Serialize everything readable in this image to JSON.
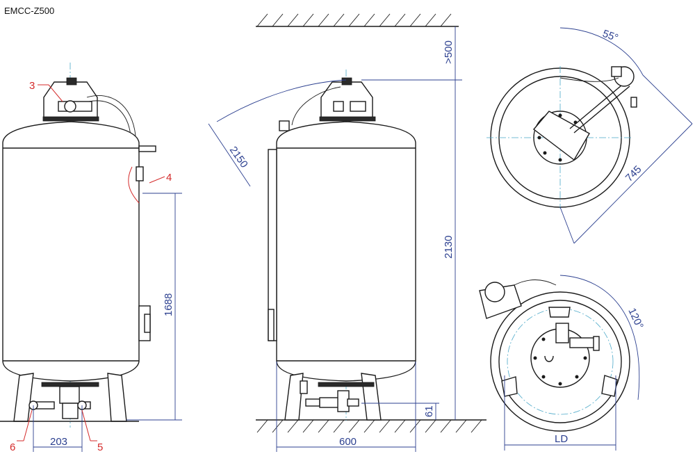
{
  "title": "EMCC-Z500",
  "dimensions": {
    "leg_spacing": "203",
    "height_connection": "1688",
    "tilt_height": "2150",
    "ceiling_clearance": ">500",
    "total_height": "2130",
    "outlet_height": "61",
    "depth": "600",
    "top_angle": "55°",
    "top_diameter": "745",
    "bottom_angle": "120°",
    "bottom_diameter": "LD"
  },
  "callouts": {
    "c3": "3",
    "c4": "4",
    "c5": "5",
    "c6": "6"
  },
  "colors": {
    "dimension": "#2b3f8f",
    "callout": "#d42a2a",
    "centerline": "#4aa8c8",
    "outline": "#1a1a1a"
  }
}
